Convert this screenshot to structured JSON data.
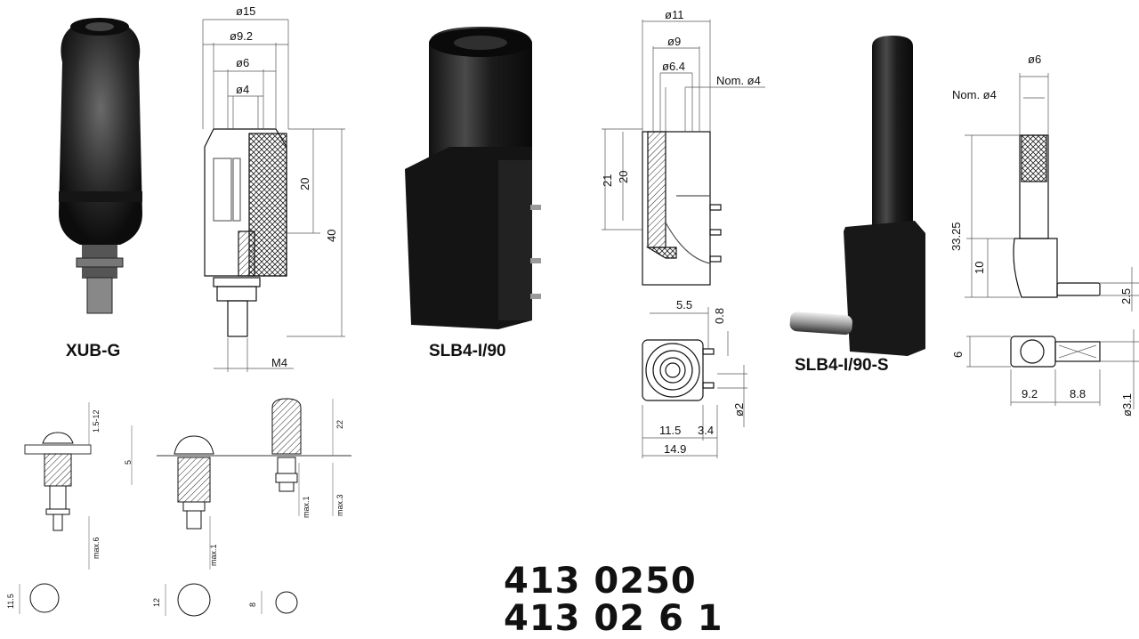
{
  "products": {
    "xub_g": {
      "label": "XUB-G"
    },
    "slb4_i90": {
      "label": "SLB4-I/90"
    },
    "slb4_i90_s": {
      "label": "SLB4-I/90-S"
    }
  },
  "dims_xub": {
    "d15": "ø15",
    "d9_2": "ø9.2",
    "d6": "ø6",
    "d4": "ø4",
    "h20": "20",
    "h40": "40",
    "thread": "M4"
  },
  "dims_slb": {
    "d11": "ø11",
    "d9": "ø9",
    "d6_4": "ø6.4",
    "nom": "Nom. ø4",
    "h21": "21",
    "h20": "20",
    "w5_5": "5.5",
    "t0_8": "0.8",
    "w11_5": "11.5",
    "w3_4": "3.4",
    "w14_9": "14.9",
    "pin_d2": "ø2"
  },
  "dims_slbs": {
    "d6": "ø6",
    "nom": "Nom.  ø4",
    "h33_25": "33.25",
    "h10": "10",
    "h2_5": "2.5",
    "h6": "6",
    "w9_2": "9.2",
    "w8_8": "8.8",
    "pin_d3_1": "ø3.1"
  },
  "dims_mount": {
    "r1_5_12": "1.5-12",
    "r5": "5",
    "r22": "22",
    "max6": "max.6",
    "max1a": "max.1",
    "max1b": "max.1",
    "max3": "max.3",
    "hole11_5": "11.5",
    "hole12": "12",
    "hole8": "8"
  },
  "handwriting": {
    "line1": "413 0250",
    "line2": "413 02 6 1"
  }
}
